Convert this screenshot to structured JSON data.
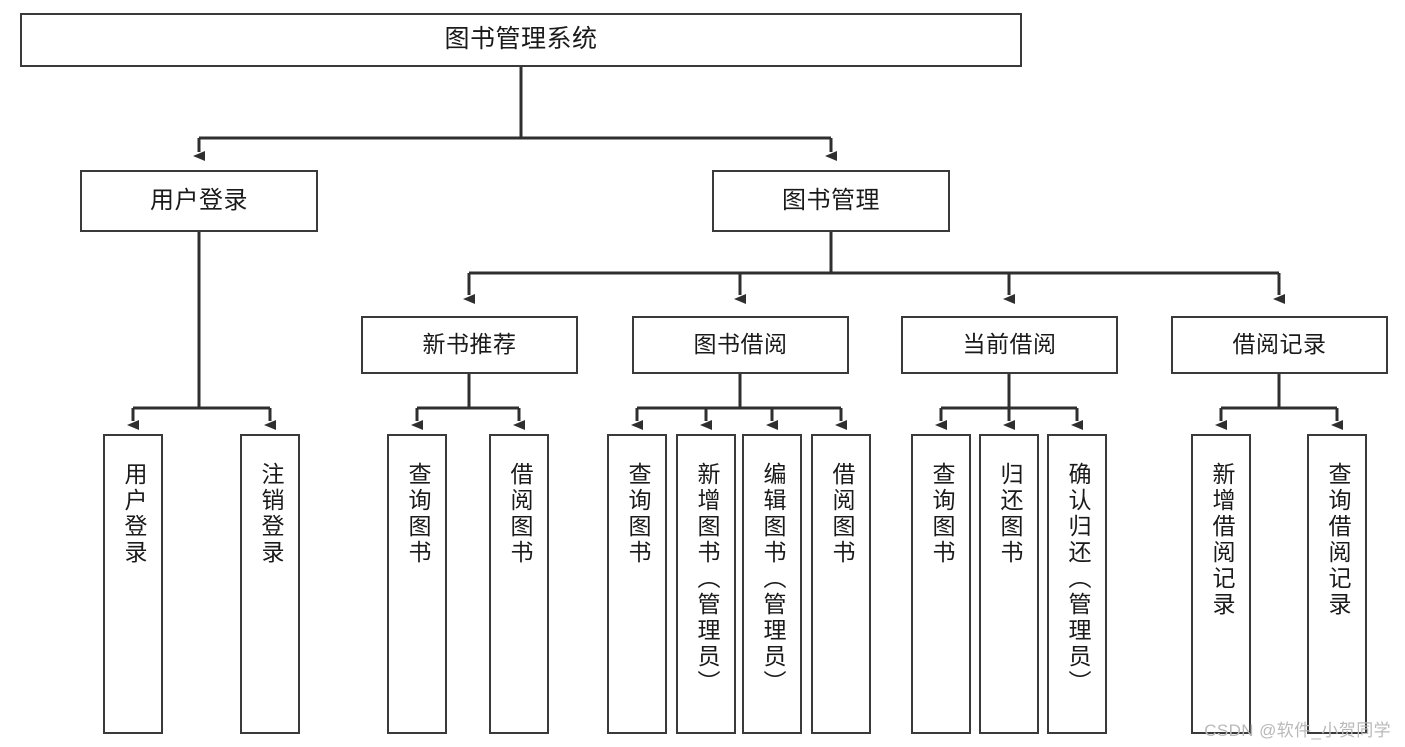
{
  "diagram": {
    "title": "图书管理系统",
    "type": "tree",
    "watermark": "CSDN @软件_小贺同学",
    "colors": {
      "box_border": "#3a3a3a",
      "box_fill": "#ffffff",
      "connector": "#2f2f2f",
      "text": "#1a1a1a",
      "watermark": "#b9b9b9"
    },
    "root": {
      "label": "图书管理系统"
    },
    "level2": [
      {
        "label": "用户登录"
      },
      {
        "label": "图书管理"
      }
    ],
    "level3": [
      {
        "label": "新书推荐"
      },
      {
        "label": "图书借阅"
      },
      {
        "label": "当前借阅"
      },
      {
        "label": "借阅记录"
      }
    ],
    "leaves": {
      "user_login": [
        {
          "label": "用户登录"
        },
        {
          "label": "注销登录"
        }
      ],
      "new_book": [
        {
          "label": "查询图书"
        },
        {
          "label": "借阅图书"
        }
      ],
      "book_borrow": [
        {
          "label": "查询图书"
        },
        {
          "label": "新增图书（管理员）"
        },
        {
          "label": "编辑图书（管理员）"
        },
        {
          "label": "借阅图书"
        }
      ],
      "current_borrow": [
        {
          "label": "查询图书"
        },
        {
          "label": "归还图书"
        },
        {
          "label": "确认归还（管理员）"
        }
      ],
      "borrow_record": [
        {
          "label": "新增借阅记录"
        },
        {
          "label": "查询借阅记录"
        }
      ]
    }
  }
}
